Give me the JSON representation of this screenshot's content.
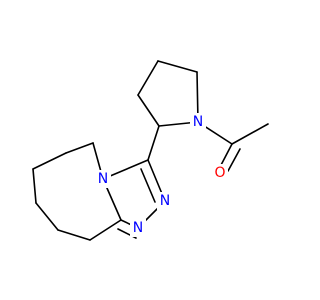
{
  "molecule": {
    "atoms": {
      "n_pyrrolidine": {
        "symbol": "N",
        "color": "#0000ff"
      },
      "n_bridge": {
        "symbol": "N",
        "color": "#0000ff"
      },
      "n_triazole_1": {
        "symbol": "N",
        "color": "#0000ff"
      },
      "n_triazole_2": {
        "symbol": "N",
        "color": "#0000ff"
      },
      "o_carbonyl": {
        "symbol": "O",
        "color": "#ff0000"
      }
    },
    "bond_color": "#000000"
  }
}
